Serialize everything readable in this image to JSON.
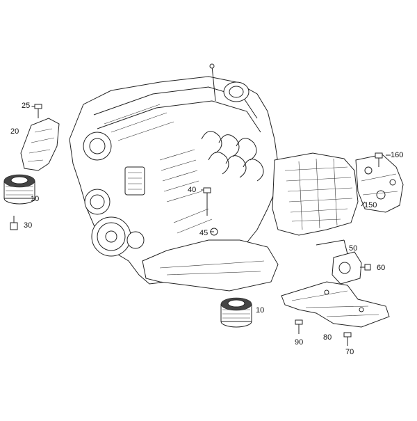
{
  "diagram": {
    "callouts": {
      "c25": "25",
      "c20": "20",
      "c10a": "10",
      "c30": "30",
      "c40": "40",
      "c45": "45",
      "c160": "160",
      "c150": "150",
      "c50": "50",
      "c60": "60",
      "c10b": "10",
      "c90": "90",
      "c80": "80",
      "c70": "70"
    }
  }
}
